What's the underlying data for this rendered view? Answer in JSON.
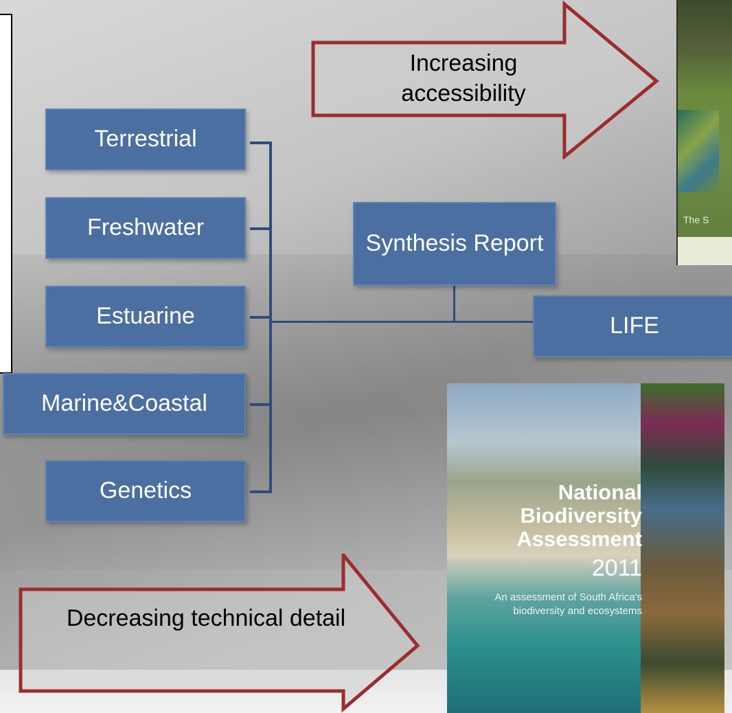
{
  "left_boxes": [
    {
      "label": "Terrestrial"
    },
    {
      "label": "Freshwater"
    },
    {
      "label": "Estuarine"
    },
    {
      "label": "Marine&Coastal"
    },
    {
      "label": "Genetics"
    }
  ],
  "synthesis": {
    "label": "Synthesis Report"
  },
  "life": {
    "label": "LIFE"
  },
  "arrow_top": {
    "label": "Increasing accessibility"
  },
  "arrow_bottom": {
    "label": "Decreasing technical detail"
  },
  "cover_top": {
    "caption": "The S"
  },
  "cover_nba": {
    "title_line1": "National",
    "title_line2": "Biodiversity",
    "title_line3": "Assessment",
    "year": "2011",
    "subtitle": "An assessment of South Africa's biodiversity and ecosystems"
  },
  "colors": {
    "box": "#4a6fa0",
    "connector": "#2e4d78",
    "arrow_outline": "#9b2d2d",
    "arrow_fill": "#c9c9c9"
  }
}
